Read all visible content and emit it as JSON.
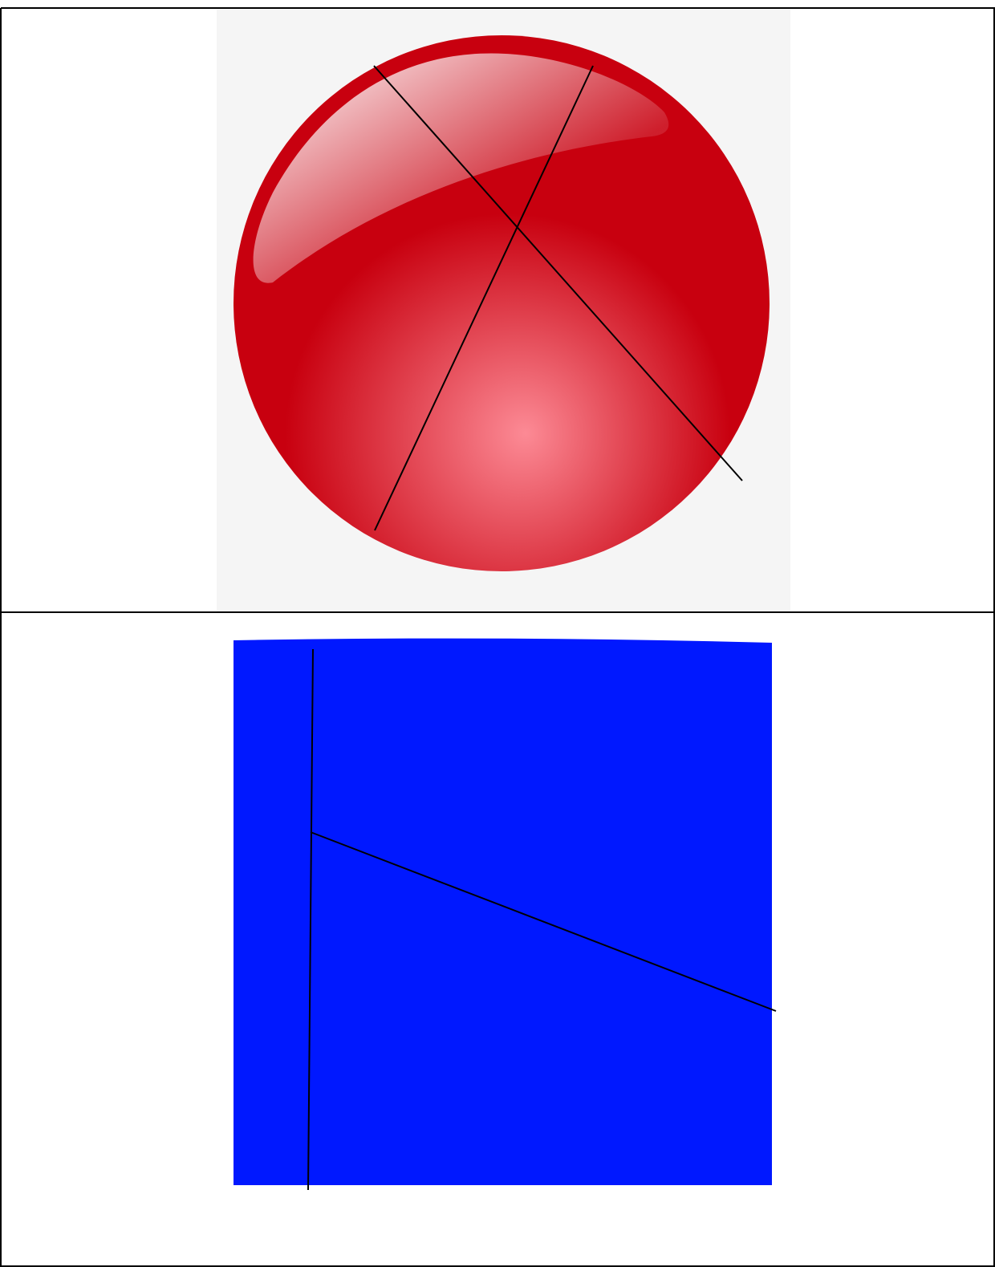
{
  "table": {
    "rows": [
      {
        "figure": {
          "kind": "glossy-sphere",
          "colors": {
            "panel_background": "#f5f5f5",
            "sphere_base": "#c8000f",
            "sphere_glow": "#fc8a95",
            "highlight": "#ffffff",
            "line": "#000000"
          },
          "line_count": 2
        }
      },
      {
        "figure": {
          "kind": "square",
          "colors": {
            "fill": "#0018ff",
            "line": "#000000"
          },
          "line_count": 2
        }
      }
    ],
    "colors": {
      "border": "#000000",
      "cell_background": "#ffffff"
    }
  }
}
